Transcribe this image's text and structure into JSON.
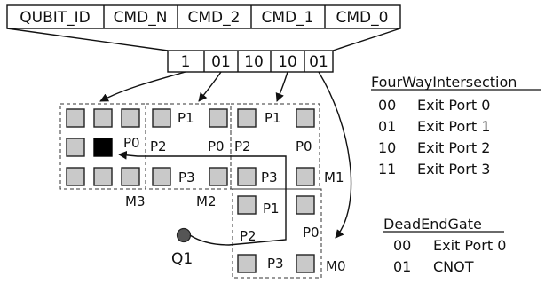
{
  "header_fields": [
    "QUBIT_ID",
    "CMD_N",
    "CMD_2",
    "CMD_1",
    "CMD_0"
  ],
  "value_fields": [
    "1",
    "01",
    "10",
    "10",
    "01"
  ],
  "port_labels": {
    "m3_p0": "P0",
    "m2_p1": "P1",
    "m2_p2": "P2",
    "m2_p0": "P0",
    "m2_p3": "P3",
    "m1_p1": "P1",
    "m1_p2": "P2",
    "m1_p0": "P0",
    "m1_p3": "P3",
    "m0_p1": "P1",
    "m0_p2": "P2",
    "m0_p0": "P0",
    "m0_p3": "P3"
  },
  "module_labels": {
    "m3": "M3",
    "m2": "M2",
    "m1": "M1",
    "m0": "M0"
  },
  "qubit_label": "Q1",
  "four_way": {
    "title": "FourWayIntersection",
    "rows": [
      {
        "code": "00",
        "label": "Exit Port 0"
      },
      {
        "code": "01",
        "label": "Exit Port 1"
      },
      {
        "code": "10",
        "label": "Exit Port 2"
      },
      {
        "code": "11",
        "label": "Exit Port 3"
      }
    ]
  },
  "dead_end": {
    "title": "DeadEndGate",
    "rows": [
      {
        "code": "00",
        "label": "Exit Port 0"
      },
      {
        "code": "01",
        "label": "CNOT"
      }
    ]
  }
}
